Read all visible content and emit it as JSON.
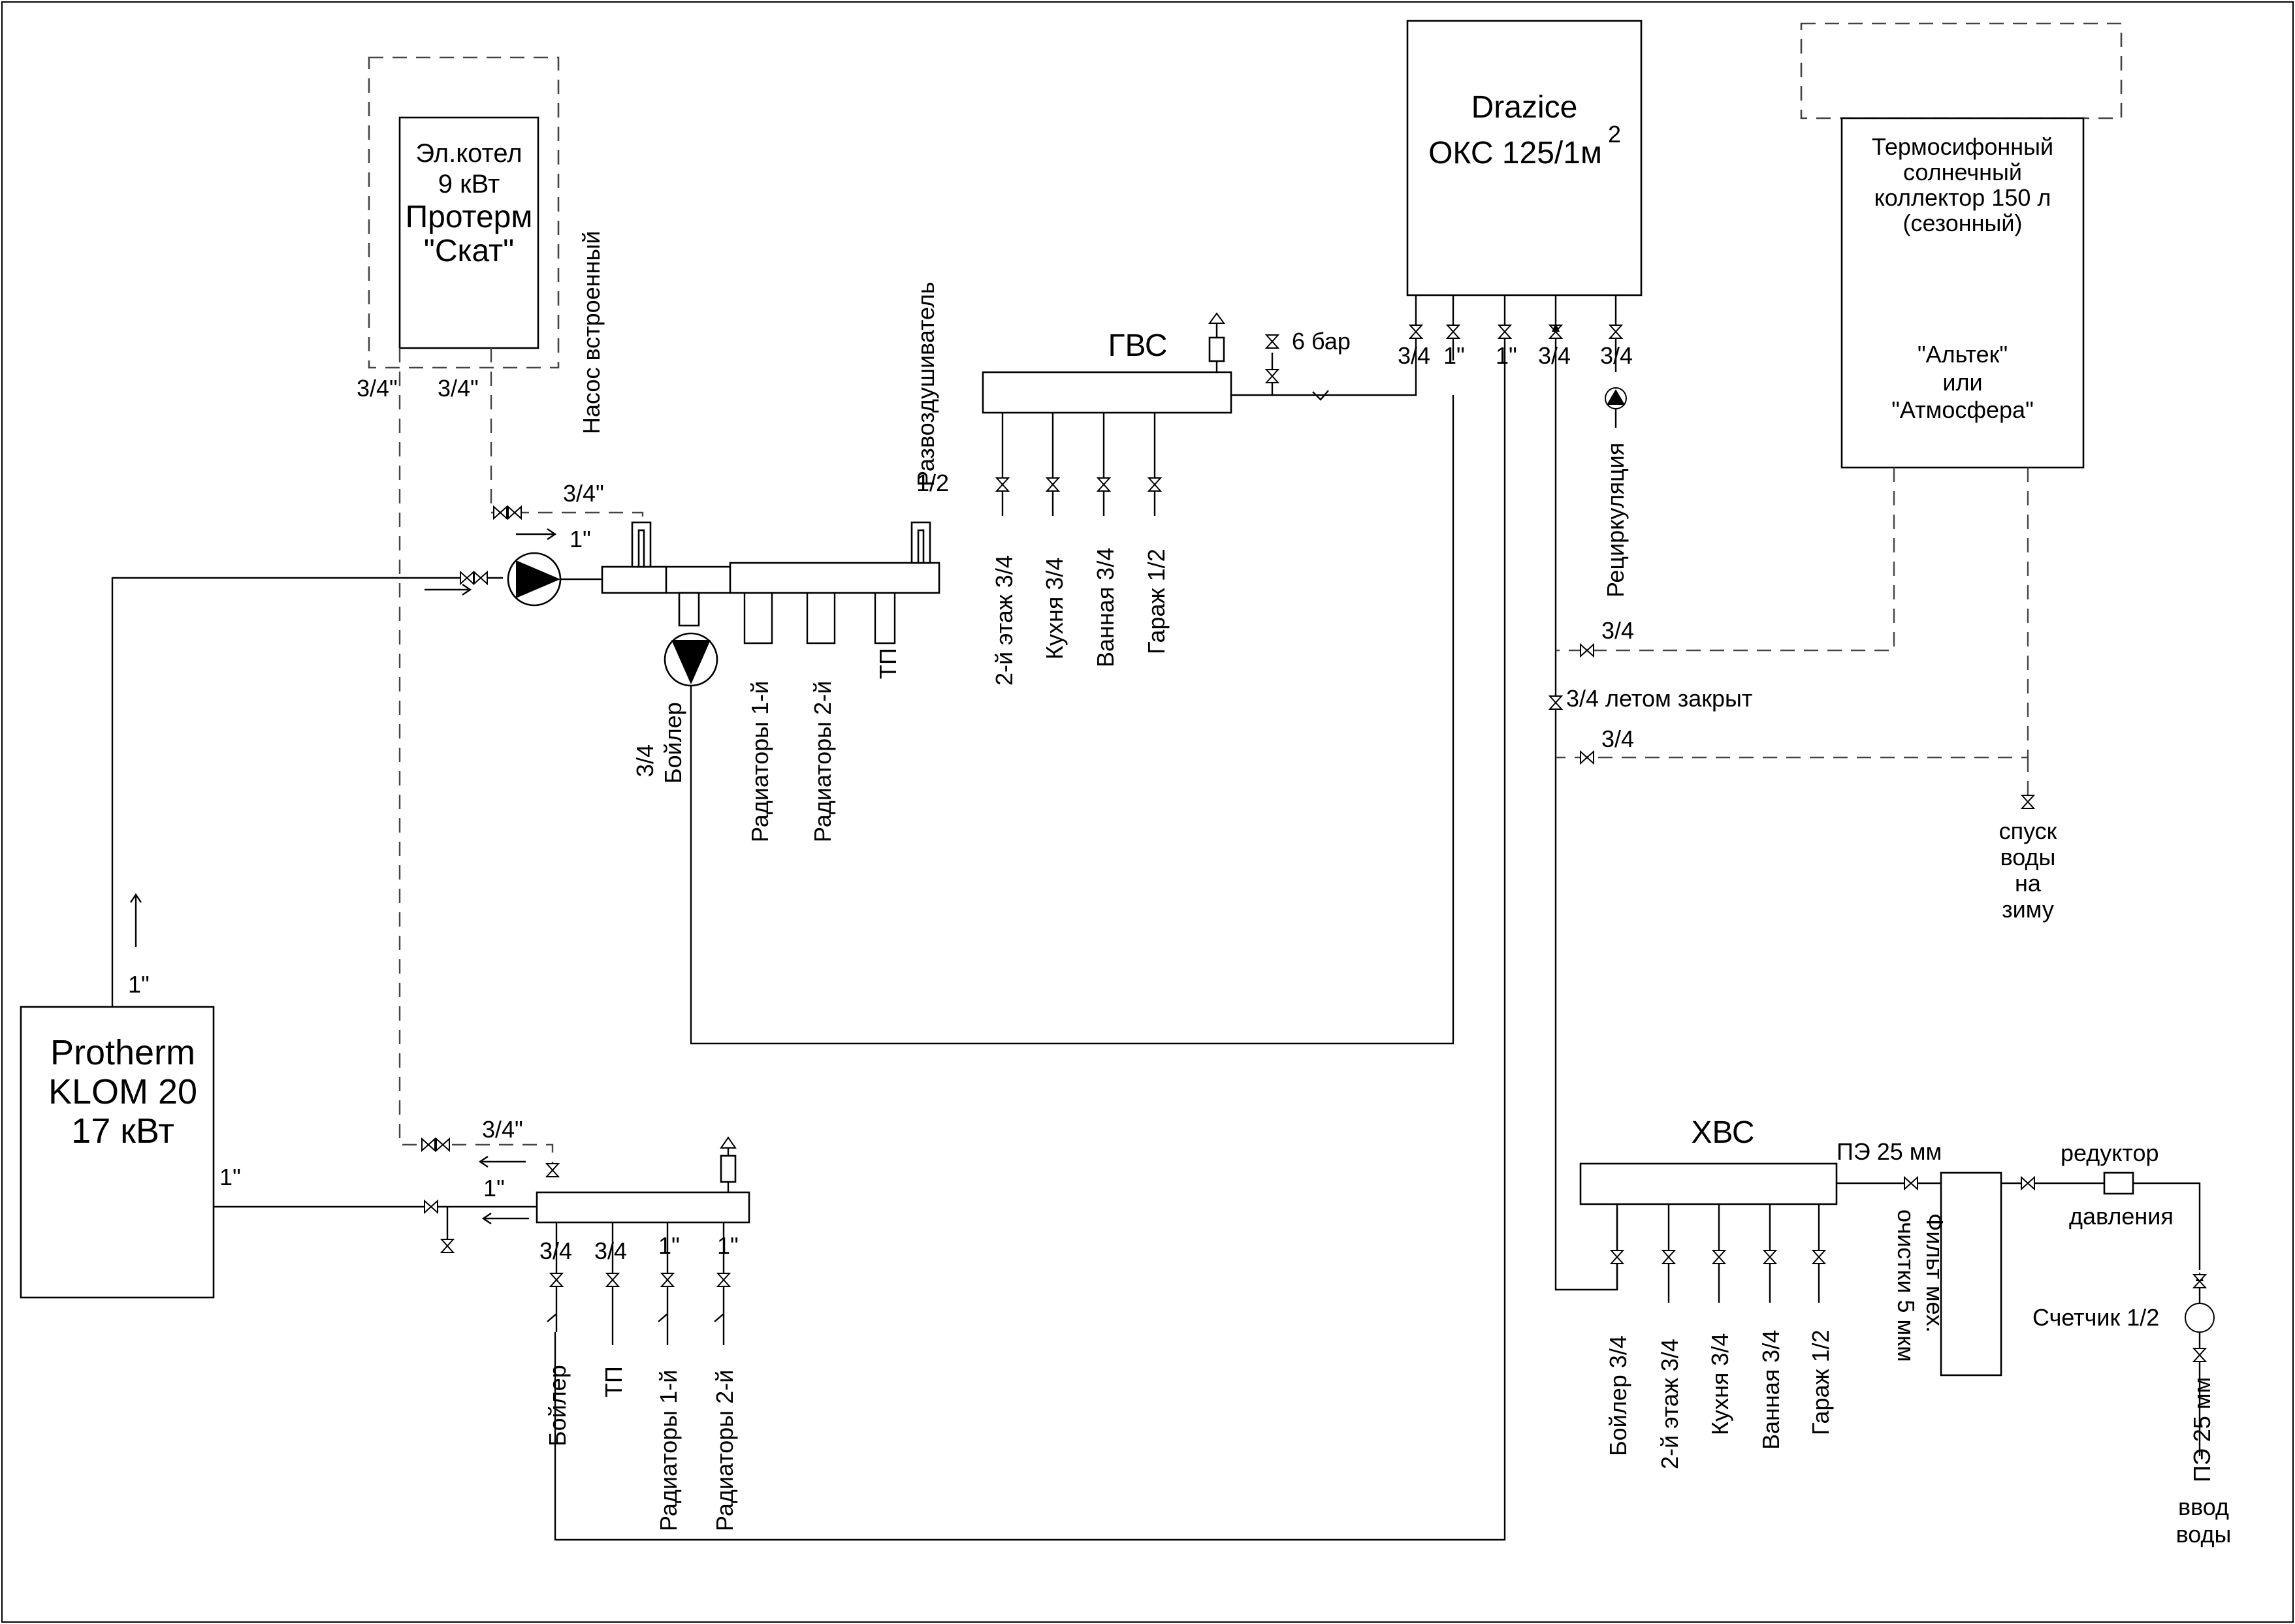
{
  "el_boiler": {
    "line1": "Эл.котел",
    "line2": "9 кВт",
    "line3": "Протерм",
    "line4": "\"Скат\"",
    "conn_left": "3/4\"",
    "conn_right": "3/4\""
  },
  "pump_builtin": "Насос встроенный",
  "air_vent": {
    "line1": "Развоздушиватель",
    "line2": "1/2"
  },
  "upper_manifold": {
    "inlet_dn": "3/4\"",
    "pump_dn": "1\"",
    "outlets": [
      "Радиаторы 1-й",
      "Радиаторы 2-й",
      "ТП"
    ],
    "boiler_pump": {
      "dn": "3/4",
      "label": "Бойлер"
    }
  },
  "gvs": {
    "title": "ГВС",
    "pressure": "6 бар",
    "outlets": [
      "2-й этаж 3/4",
      "Кухня 3/4",
      "Ванная 3/4",
      "Гараж 1/2"
    ]
  },
  "tank": {
    "brand": "Drazice",
    "model": "ОКС 125/1м",
    "model_sup": "2",
    "conns": [
      "3/4",
      "1\"",
      "1\"",
      "3/4",
      "3/4"
    ],
    "recirc": "Рециркуляция"
  },
  "solar": {
    "line1": "Термосифонный",
    "line2": "солнечный",
    "line3": "коллектор 150 л",
    "line4": "(сезонный)",
    "brand1": "\"Альтек\"",
    "brand_or": "или",
    "brand2": "\"Атмосфера\"",
    "pipe_top": "3/4",
    "pipe_mid": "3/4 летом закрыт",
    "pipe_bottom": "3/4",
    "drain": [
      "спуск",
      "воды",
      "на",
      "зиму"
    ]
  },
  "gas_boiler": {
    "line1": "Protherm",
    "line2": "KLOM 20",
    "line3": "17 кВт",
    "flow_dn": "1\"",
    "return_dn": "1\""
  },
  "lower_manifold": {
    "inlet_dn": "3/4\"",
    "return_dn": "1\"",
    "conns": [
      "3/4",
      "3/4",
      "1\"",
      "1\""
    ],
    "outlets": [
      "Бойлер",
      "ТП",
      "Радиаторы 1-й",
      "Радиаторы 2-й"
    ]
  },
  "hvs": {
    "title": "ХВС",
    "pipe_in": "ПЭ 25 мм",
    "outlets": [
      "Бойлер 3/4",
      "2-й этаж 3/4",
      "Кухня 3/4",
      "Ванная 3/4",
      "Гараж 1/2"
    ]
  },
  "water_inlet": {
    "filter": [
      "Фильт мех.",
      "очистки 5 мкм"
    ],
    "reducer": [
      "редуктор",
      "давления"
    ],
    "meter": "Счетчик 1/2",
    "pipe": "ПЭ 25 мм",
    "inlet": [
      "ввод",
      "воды"
    ]
  }
}
